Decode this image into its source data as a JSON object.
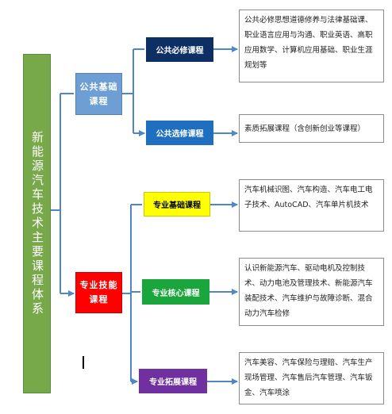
{
  "root": {
    "label": "新能源汽车技术主要课程体系"
  },
  "categories": {
    "public": "公共基础课程",
    "major": "专业技能课程"
  },
  "courses": {
    "public_required": "公共必修课程",
    "public_elective": "公共选修课程",
    "major_basic": "专业基础课程",
    "major_core": "专业核心课程",
    "major_extension": "专业拓展课程"
  },
  "descriptions": {
    "public_required": "公共必修思想道德修养与法律基础课、职业语言应用与沟通、职业英语、高职应用数学、计算机应用基础、职业生涯规划等",
    "public_elective": "素质拓展课程（含创新创业等课程）",
    "major_basic": "汽车机械识图、汽车构造、汽车电工电子技术、AutoCAD、汽车单片机技术",
    "major_core": "认识新能源汽车、驱动电机及控制技术、动力电池及管理技术、新能源汽车装配技术、汽车维护与故障诊断、混合动力汽车检修",
    "major_extension": "汽车美容、汽车保险与理赔、汽车生产现场管理、汽车售后汽车管理、汽车钣金、汽车喷涂"
  },
  "colors": {
    "root": "#77a84a",
    "public_category": "#6d9fd4",
    "major_category": "#ff0000",
    "public_required": "#0d2f63",
    "public_elective": "#1f6fc1",
    "major_basic": "#ffff00",
    "major_core": "#1aa63c",
    "major_extension": "#7030a0",
    "connector": "#4f86c6"
  }
}
